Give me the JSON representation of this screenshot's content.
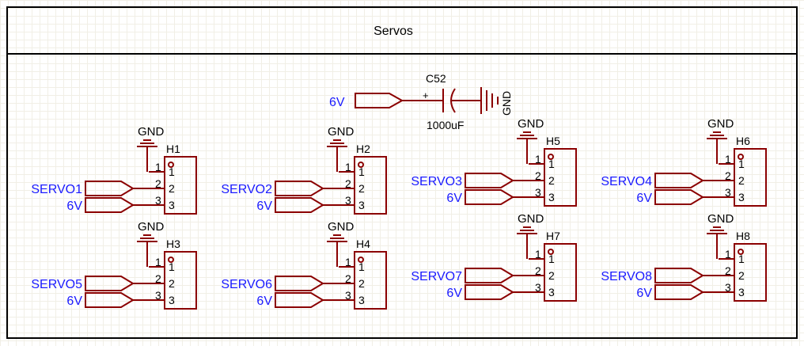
{
  "sheet": {
    "title": "Servos"
  },
  "capacitor": {
    "designator": "C52",
    "value": "1000uF",
    "net_in": "6V",
    "polarity": "+",
    "gnd_label": "GND"
  },
  "headers": [
    {
      "ref": "H1",
      "gnd": "GND",
      "signal": "SERVO1",
      "power": "6V",
      "pins": [
        "1",
        "2",
        "3"
      ]
    },
    {
      "ref": "H2",
      "gnd": "GND",
      "signal": "SERVO2",
      "power": "6V",
      "pins": [
        "1",
        "2",
        "3"
      ]
    },
    {
      "ref": "H5",
      "gnd": "GND",
      "signal": "SERVO3",
      "power": "6V",
      "pins": [
        "1",
        "2",
        "3"
      ]
    },
    {
      "ref": "H6",
      "gnd": "GND",
      "signal": "SERVO4",
      "power": "6V",
      "pins": [
        "1",
        "2",
        "3"
      ]
    },
    {
      "ref": "H3",
      "gnd": "GND",
      "signal": "SERVO5",
      "power": "6V",
      "pins": [
        "1",
        "2",
        "3"
      ]
    },
    {
      "ref": "H4",
      "gnd": "GND",
      "signal": "SERVO6",
      "power": "6V",
      "pins": [
        "1",
        "2",
        "3"
      ]
    },
    {
      "ref": "H7",
      "gnd": "GND",
      "signal": "SERVO7",
      "power": "6V",
      "pins": [
        "1",
        "2",
        "3"
      ]
    },
    {
      "ref": "H8",
      "gnd": "GND",
      "signal": "SERVO8",
      "power": "6V",
      "pins": [
        "1",
        "2",
        "3"
      ]
    }
  ],
  "colors": {
    "wire": "#8b0000",
    "net_label": "#1a1aff",
    "text": "#000000"
  }
}
